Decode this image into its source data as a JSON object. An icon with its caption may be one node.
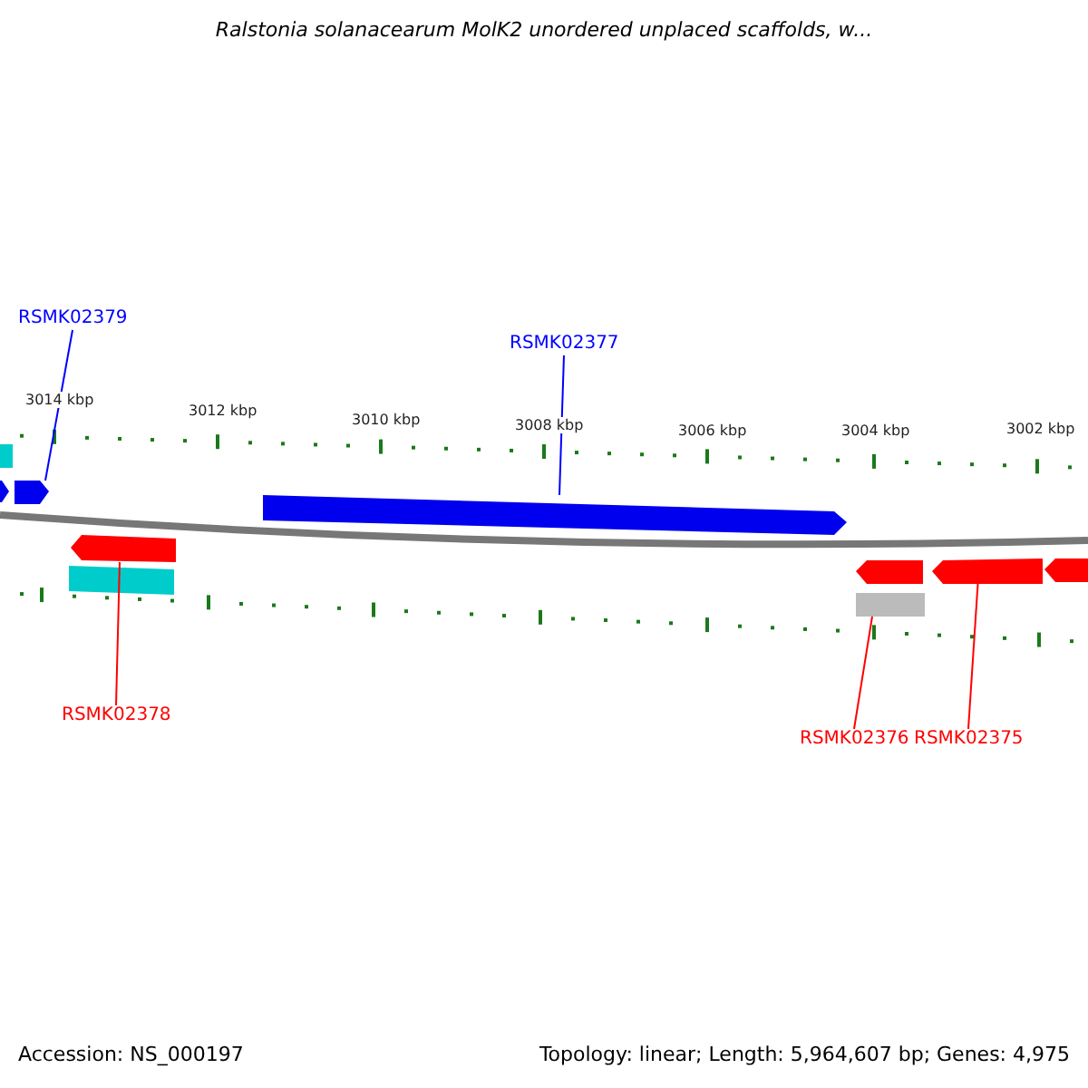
{
  "diagram": {
    "title": "Ralstonia solanacearum MolK2 unordered unplaced scaffolds, w...",
    "nodes": [
      {
        "text": [
          "RSMK02379"
        ]
      },
      {
        "text": [],
        "shape": "bar"
      },
      {
        "text": [
          "RSMK02377"
        ]
      },
      {
        "text": [],
        "shape": "bar"
      },
      {
        "text": [
          "RSMK02378"
        ]
      },
      {
        "text": [],
        "shape": "bar"
      },
      {
        "text": [
          "RSMK02376"
        ]
      },
      {
        "text": [],
        "shape": "bar"
      },
      {
        "text": [
          "RSMK02375"
        ]
      },
      {
        "text": [],
        "shape": "bar"
      },
      {
        "text": [],
        "shape": "bar"
      },
      {
        "text": [],
        "shape": "bar"
      },
      {
        "text": [],
        "shape": "bar"
      },
      {
        "text": [],
        "shape": "bar"
      },
      {
        "text": [],
        "shape": "bar"
      }
    ],
    "edges": [
      {
        "from": 0,
        "to": 1,
        "arrow": "none",
        "color": "#0000ff"
      },
      {
        "from": 2,
        "to": 3,
        "arrow": "none",
        "color": "#0000ff"
      },
      {
        "from": 4,
        "to": 5,
        "arrow": "none",
        "color": "#ff0000"
      },
      {
        "from": 6,
        "to": 7,
        "arrow": "none",
        "color": "#ff0000"
      },
      {
        "from": 8,
        "to": 9,
        "arrow": "none",
        "color": "#ff0000"
      }
    ],
    "labels": [
      "3014 kbp",
      "3012 kbp",
      "3010 kbp",
      "3008 kbp",
      "3006 kbp",
      "3004 kbp",
      "3002 kbp",
      "Accession: NS_000197",
      "Topology: linear; Length: 5,964,607 bp; Genes: 4,975"
    ]
  }
}
